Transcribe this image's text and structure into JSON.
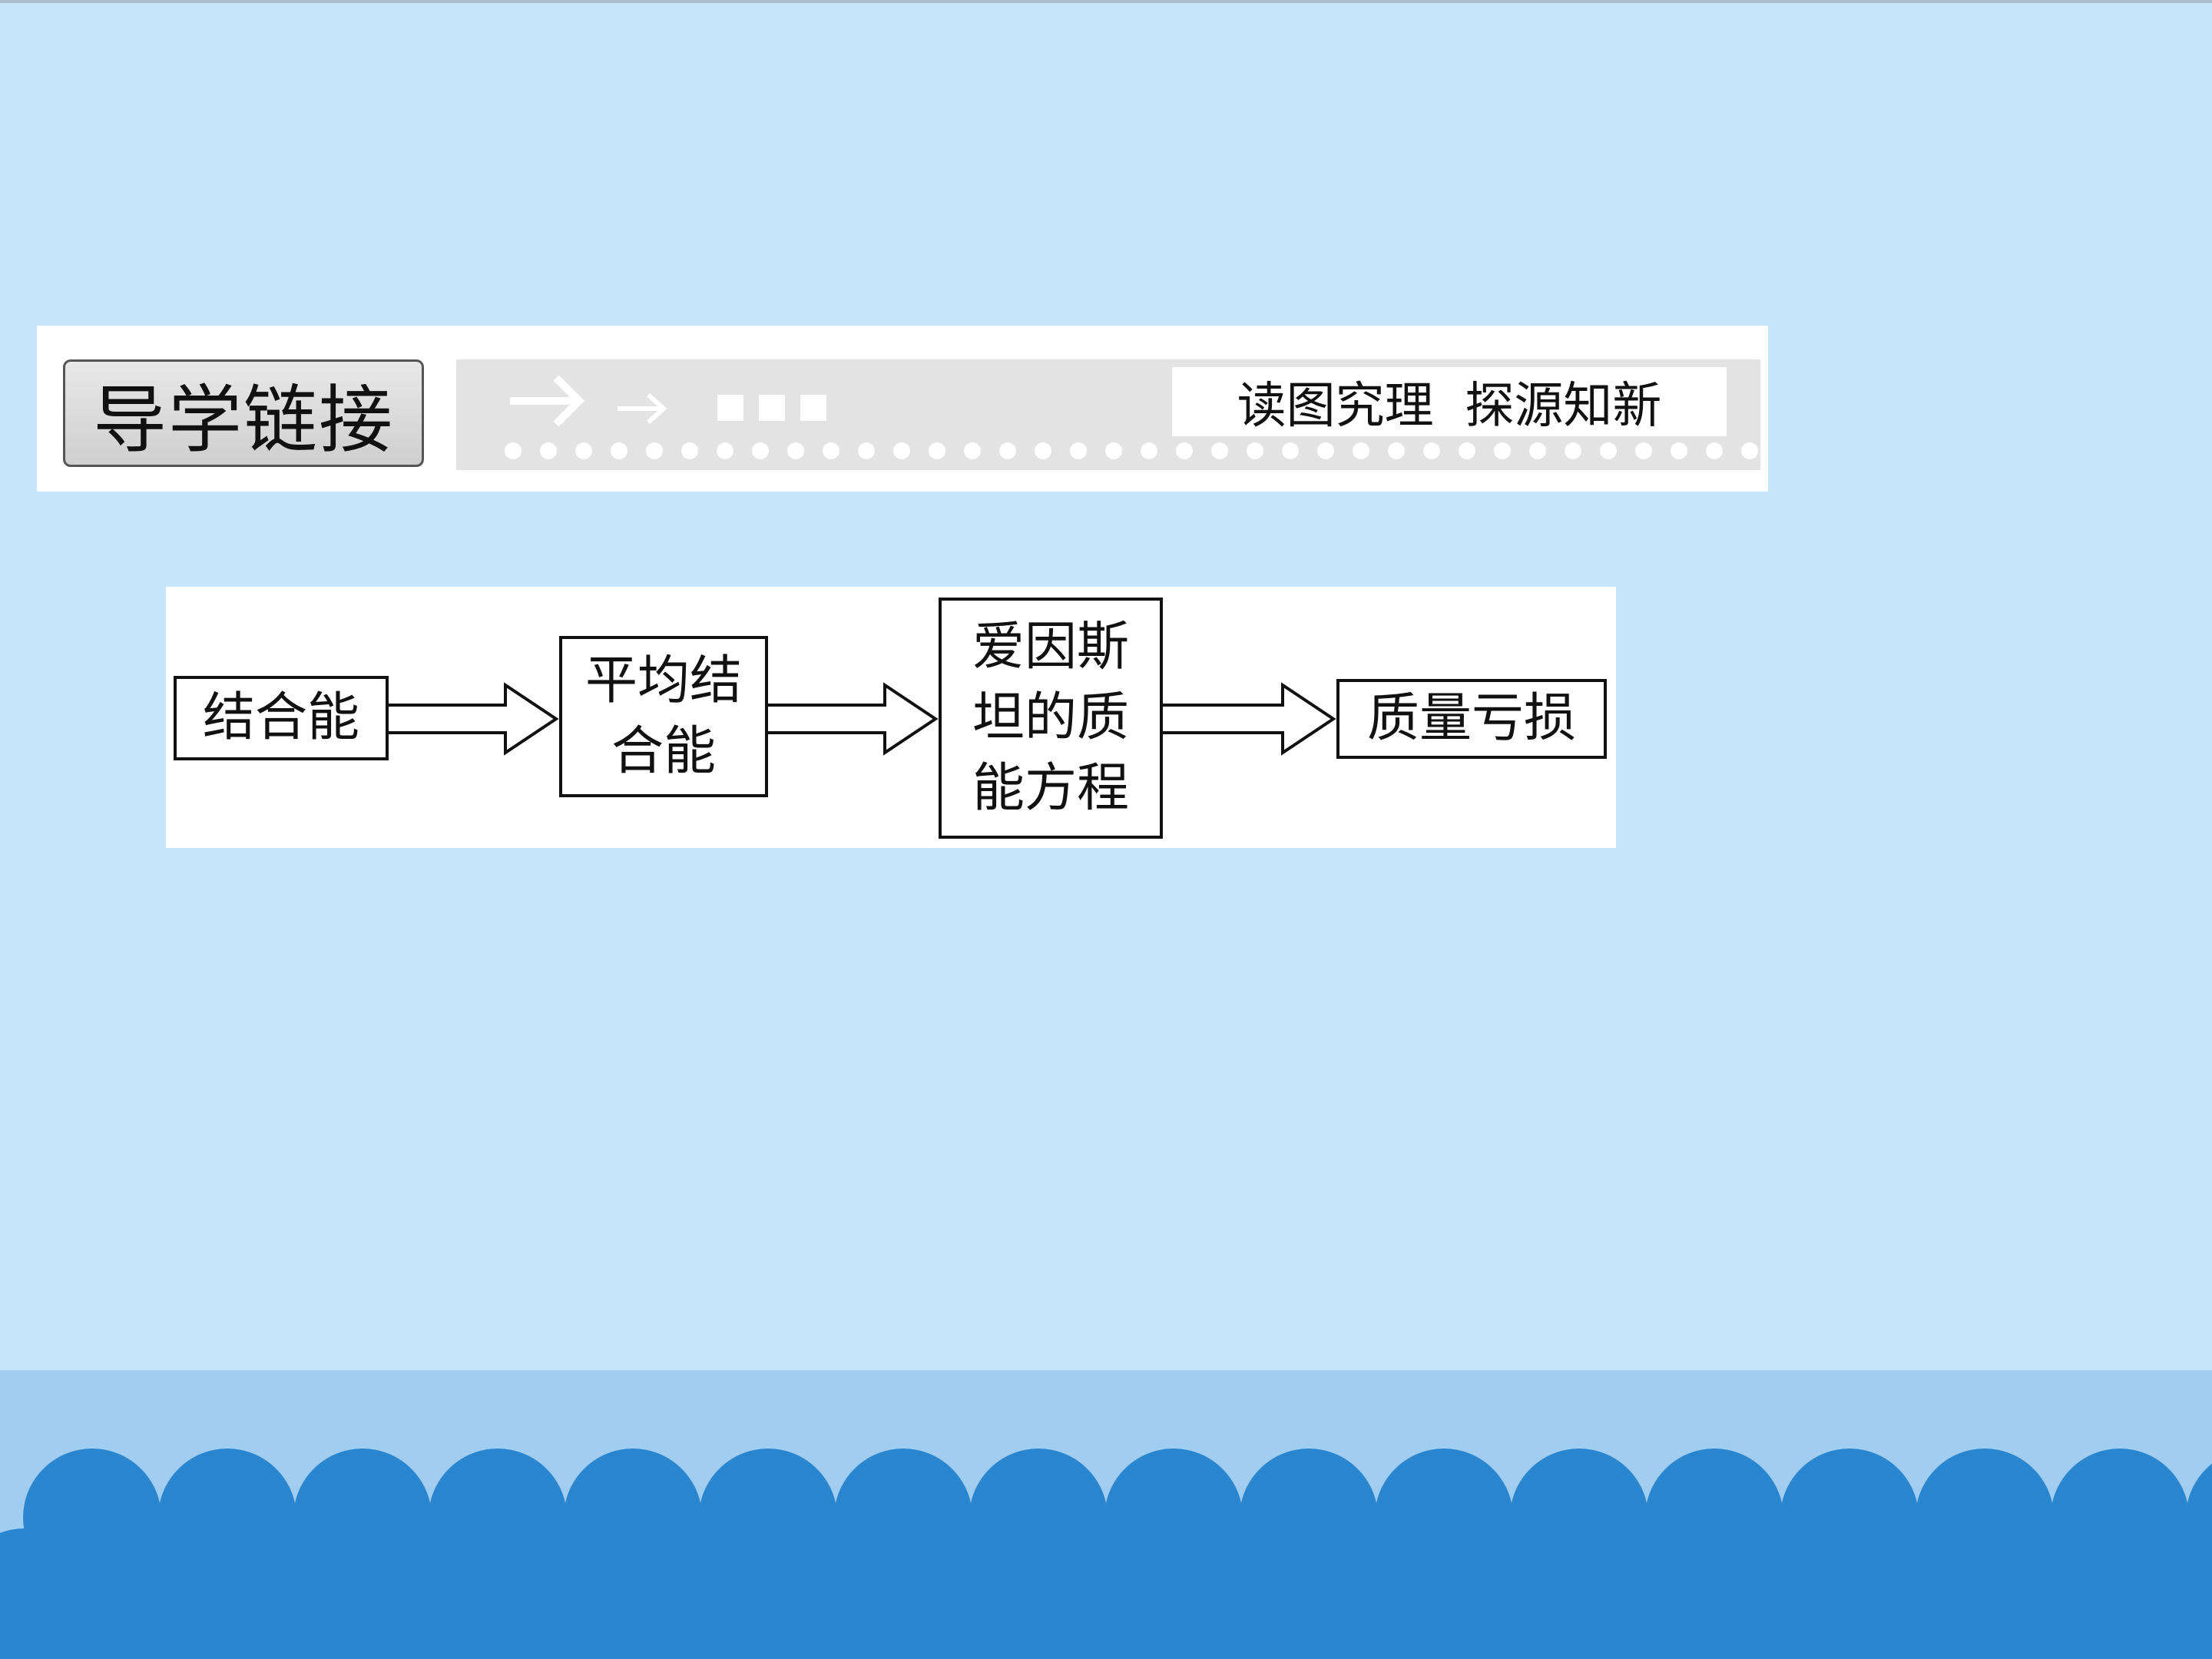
{
  "banner": {
    "label": "导学链接",
    "subtitle": "读图究理  探源知新"
  },
  "flow": {
    "nodes": [
      {
        "id": "n1",
        "lines": [
          "结合能"
        ]
      },
      {
        "id": "n2",
        "lines": [
          "平均结",
          "合能"
        ]
      },
      {
        "id": "n3",
        "lines": [
          "爱因斯",
          "坦的质",
          "能方程"
        ]
      },
      {
        "id": "n4",
        "lines": [
          "质量亏损"
        ]
      }
    ]
  },
  "colors": {
    "background": "#c6e6f9",
    "sea": "#a0cdf0",
    "wave": "#2a86cf",
    "panel": "#ffffff",
    "strip": "#e3e3e3"
  }
}
